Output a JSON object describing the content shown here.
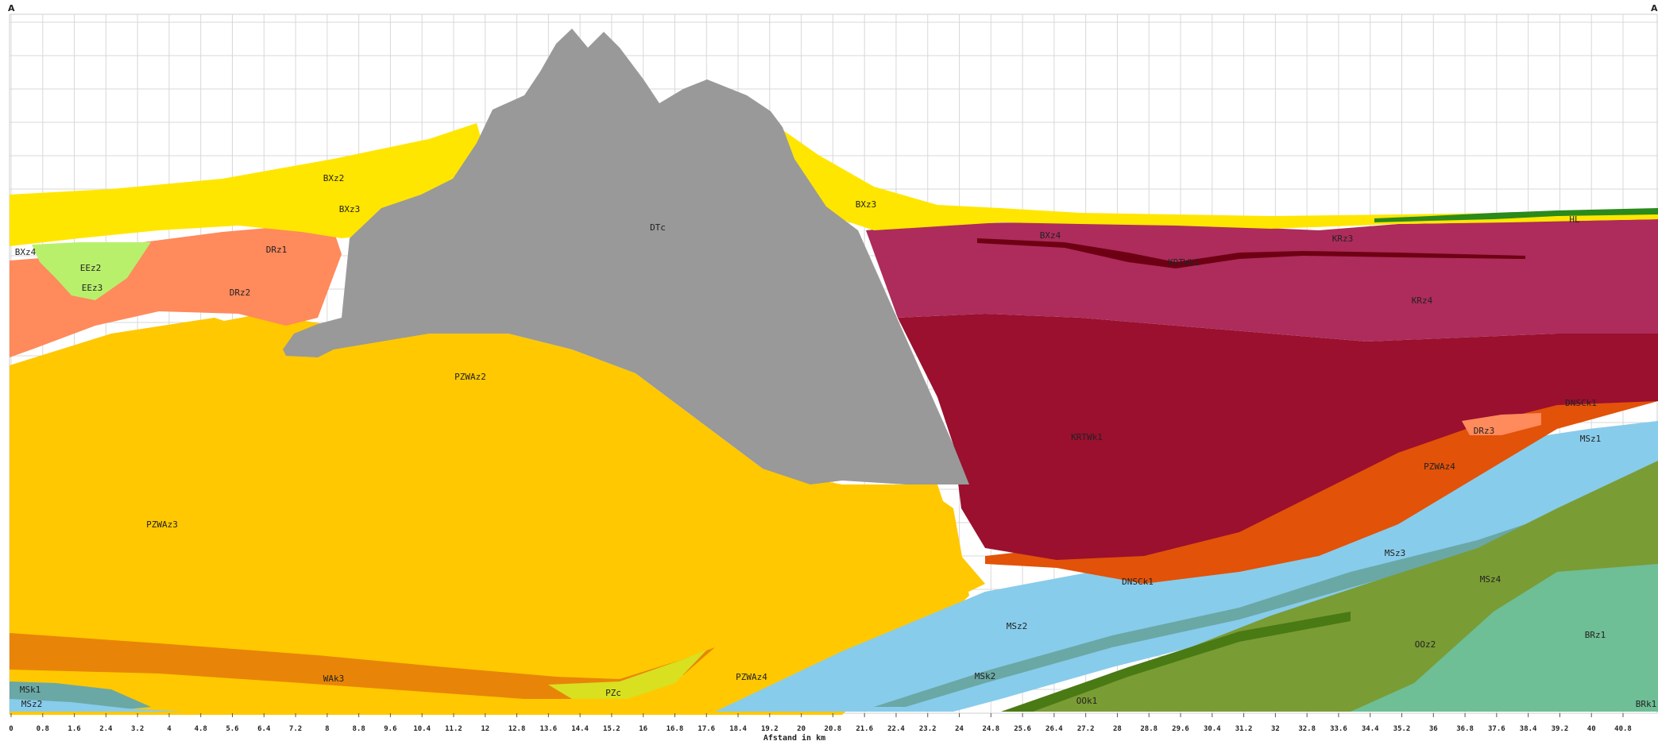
{
  "section": {
    "start_label": "A",
    "end_label": "A'",
    "x_axis_title": "Afstand in km",
    "x_range_km": [
      0,
      40.8
    ],
    "x_tick_labels": [
      "0",
      "0.8",
      "1.6",
      "2.4",
      "3.2",
      "4",
      "4.8",
      "5.6",
      "6.4",
      "7.2",
      "8",
      "8.8",
      "9.6",
      "10.4",
      "11.2",
      "12",
      "12.8",
      "13.6",
      "14.4",
      "15.2",
      "16",
      "16.8",
      "17.6",
      "18.4",
      "19.2",
      "20",
      "20.8",
      "21.6",
      "22.4",
      "23.2",
      "24",
      "24.8",
      "25.6",
      "26.4",
      "27.2",
      "28",
      "28.8",
      "29.6",
      "30.4",
      "31.2",
      "32",
      "32.8",
      "33.6",
      "34.4",
      "35.2",
      "36",
      "36.8",
      "37.6",
      "38.4",
      "39.2",
      "40",
      "40.8"
    ],
    "grid": true
  },
  "units": [
    {
      "code": "BXz2",
      "color": "#ffe600"
    },
    {
      "code": "BXz3",
      "color": "#ffe600"
    },
    {
      "code": "BXz4",
      "color": "#ffe600"
    },
    {
      "code": "EEz2",
      "color": "#b8f06c"
    },
    {
      "code": "EEz3",
      "color": "#b8f06c"
    },
    {
      "code": "DRz1",
      "color": "#ff8a5c"
    },
    {
      "code": "DRz2",
      "color": "#ff8a5c"
    },
    {
      "code": "DRz3",
      "color": "#ff8a5c"
    },
    {
      "code": "DTc",
      "color": "#999999"
    },
    {
      "code": "KRz3",
      "color": "#ad2c5b"
    },
    {
      "code": "KRz4",
      "color": "#ad2c5b"
    },
    {
      "code": "KRTWk1",
      "color": "#9a102e"
    },
    {
      "code": "DNSCk1",
      "color": "#e25208"
    },
    {
      "code": "PZWAz2",
      "color": "#ffc800"
    },
    {
      "code": "PZWAz3",
      "color": "#ffc800"
    },
    {
      "code": "PZWAz4",
      "color": "#ffc800"
    },
    {
      "code": "WAk3",
      "color": "#e88508"
    },
    {
      "code": "PZc",
      "color": "#d8e020"
    },
    {
      "code": "MSz1",
      "color": "#88cceb"
    },
    {
      "code": "MSz2",
      "color": "#88cceb"
    },
    {
      "code": "MSz3",
      "color": "#88cceb"
    },
    {
      "code": "MSz4",
      "color": "#88cceb"
    },
    {
      "code": "MSk1",
      "color": "#6aa8a6"
    },
    {
      "code": "MSk2",
      "color": "#6aa8a6"
    },
    {
      "code": "OOz2",
      "color": "#7a9c34"
    },
    {
      "code": "OOk1",
      "color": "#4a7a14"
    },
    {
      "code": "BRz1",
      "color": "#6ebe96"
    },
    {
      "code": "BRk1",
      "color": "#6ebe96"
    },
    {
      "code": "HL",
      "color": "#2a8a1c"
    }
  ],
  "labels": {
    "BXz2": "BXz2",
    "BXz3a": "BXz3",
    "BXz3b": "BXz3",
    "BXz4a": "BXz4",
    "BXz4b": "BXz4",
    "EEz2": "EEz2",
    "EEz3": "EEz3",
    "DRz1": "DRz1",
    "DRz2": "DRz2",
    "DRz3": "DRz3",
    "DTc": "DTc",
    "KRz3": "KRz3",
    "KRz4": "KRz4",
    "KRTWk1": "KRTWk1",
    "DNSCk1a": "DNSCk1",
    "DNSCk1b": "DNSCk1",
    "PZWAz2": "PZWAz2",
    "PZWAz3": "PZWAz3",
    "PZWAz4a": "PZWAz4",
    "PZWAz4b": "PZWAz4",
    "WAk3": "WAk3",
    "PZc": "PZc",
    "MSz1": "MSz1",
    "MSz2a": "MSz2",
    "MSz2b": "MSz2",
    "MSz3": "MSz3",
    "MSz4": "MSz4",
    "MSk1": "MSk1",
    "MSk2": "MSk2",
    "OOz2": "OOz2",
    "OOk1": "OOk1",
    "BRz1": "BRz1",
    "BRk1": "BRk1",
    "HL": "HL",
    "KRTWk1b": "KRTWk1"
  }
}
